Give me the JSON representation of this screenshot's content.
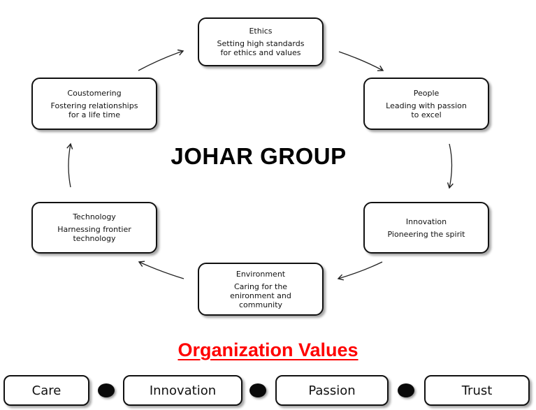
{
  "diagram": {
    "center_title": "JOHAR GROUP",
    "nodes": [
      {
        "id": "ethics",
        "title": "Ethics",
        "description": "Setting high standards\nfor ethics and values"
      },
      {
        "id": "people",
        "title": "People",
        "description": "Leading with passion\nto excel"
      },
      {
        "id": "innovation",
        "title": "Innovation",
        "description": "Pioneering the spirit"
      },
      {
        "id": "environment",
        "title": "Environment",
        "description": "Caring for the\nenironment and\ncommunity"
      },
      {
        "id": "technology",
        "title": "Technology",
        "description": "Harnessing frontier\ntechnology"
      },
      {
        "id": "coustomering",
        "title": "Coustomering",
        "description": "Fostering relationships\nfor a life time"
      }
    ],
    "edges": [
      [
        "ethics",
        "people"
      ],
      [
        "people",
        "innovation"
      ],
      [
        "innovation",
        "environment"
      ],
      [
        "environment",
        "technology"
      ],
      [
        "technology",
        "coustomering"
      ],
      [
        "coustomering",
        "ethics"
      ]
    ]
  },
  "values": {
    "heading": "Organization Values",
    "items": [
      "Care",
      "Innovation",
      "Passion",
      "Trust"
    ],
    "heading_color": "#ff0000"
  }
}
